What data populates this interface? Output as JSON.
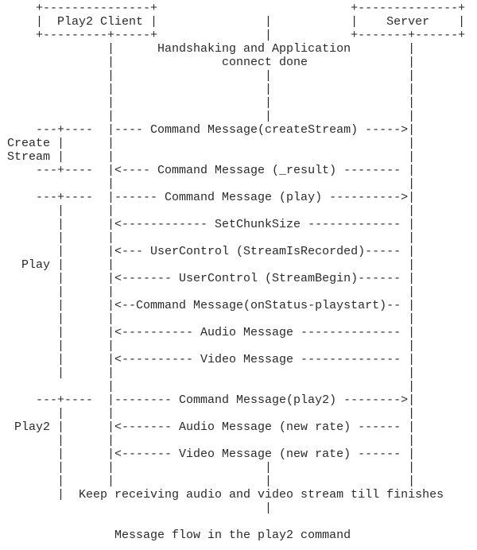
{
  "diagram": {
    "title": "Message flow in the play2 command",
    "participants": {
      "client": "Play2 Client",
      "server": "Server"
    },
    "phases": [
      "Create Stream",
      "Play",
      "Play2"
    ],
    "messages": [
      {
        "label": "Command Message(createStream)",
        "direction": "client-to-server",
        "phase": "Create Stream"
      },
      {
        "label": "Command Message (_result)",
        "direction": "server-to-client",
        "phase": "Create Stream"
      },
      {
        "label": "Command Message (play)",
        "direction": "client-to-server",
        "phase": "Play"
      },
      {
        "label": "SetChunkSize",
        "direction": "server-to-client",
        "phase": "Play"
      },
      {
        "label": "UserControl (StreamIsRecorded)",
        "direction": "server-to-client",
        "phase": "Play"
      },
      {
        "label": "UserControl (StreamBegin)",
        "direction": "server-to-client",
        "phase": "Play"
      },
      {
        "label": "Command Message(onStatus-playstart)",
        "direction": "server-to-client",
        "phase": "Play"
      },
      {
        "label": "Audio Message",
        "direction": "server-to-client",
        "phase": "Play"
      },
      {
        "label": "Video Message",
        "direction": "server-to-client",
        "phase": "Play"
      },
      {
        "label": "Command Message(play2)",
        "direction": "client-to-server",
        "phase": "Play2"
      },
      {
        "label": "Audio Message (new rate)",
        "direction": "server-to-client",
        "phase": "Play2"
      },
      {
        "label": "Video Message (new rate)",
        "direction": "server-to-client",
        "phase": "Play2"
      }
    ],
    "notes": {
      "handshake": "Handshaking and Application connect done",
      "footer": "Keep receiving audio and video stream till finishes"
    },
    "lines": [
      "     +---------------+                           +--------------+",
      "     |  Play2 Client |               |           |    Server    |",
      "     +---------+-----+               |           +-------+------+",
      "               |      Handshaking and Application        |",
      "               |               connect done              |",
      "               |                     |                   |",
      "               |                     |                   |",
      "               |                     |                   |",
      "               |                     |                   |",
      "     ---+----  |---- Command Message(createStream) ----->|",
      " Create |      |                                         |",
      " Stream |      |                                         |",
      "     ---+----  |<---- Command Message (_result) -------- |",
      "               |                                         |",
      "     ---+----  |------ Command Message (play) ---------->|",
      "        |      |                                         |",
      "        |      |<------------ SetChunkSize ------------- |",
      "        |      |                                         |",
      "        |      |<--- UserControl (StreamIsRecorded)----- |",
      "   Play |      |                                         |",
      "        |      |<------- UserControl (StreamBegin)------ |",
      "        |      |                                         |",
      "        |      |<--Command Message(onStatus-playstart)-- |",
      "        |      |                                         |",
      "        |      |<---------- Audio Message -------------- |",
      "        |      |                                         |",
      "        |      |<---------- Video Message -------------- |",
      "        |      |                                         |",
      "               |                                         |",
      "     ---+----  |-------- Command Message(play2) -------->|",
      "        |      |                                         |",
      "  Play2 |      |<------- Audio Message (new rate) ------ |",
      "        |      |                                         |",
      "        |      |<------- Video Message (new rate) ------ |",
      "        |      |                     |                   |",
      "        |      |                     |                   |",
      "        |  Keep receiving audio and video stream till finishes",
      "                                     |",
      "",
      "                Message flow in the play2 command"
    ]
  }
}
